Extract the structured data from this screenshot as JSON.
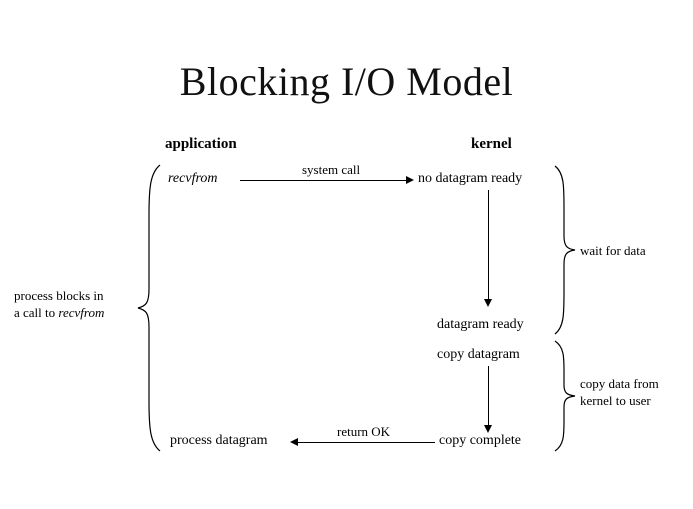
{
  "title": "Blocking I/O Model",
  "columns": {
    "application": "application",
    "kernel": "kernel"
  },
  "nodes": {
    "recvfrom": "recvfrom",
    "no_datagram_ready": "no datagram ready",
    "datagram_ready": "datagram ready",
    "copy_datagram": "copy datagram",
    "copy_complete": "copy complete",
    "process_datagram": "process datagram"
  },
  "edges": {
    "system_call": "system call",
    "return_ok": "return OK"
  },
  "annotations": {
    "process_blocks_line1": "process blocks in",
    "process_blocks_line2_prefix": "a call to ",
    "process_blocks_line2_italic": "recvfrom",
    "wait_for_data": "wait for data",
    "copy_data_line1": "copy data from",
    "copy_data_line2": "kernel to user"
  },
  "colors": {
    "ink": "#000000",
    "background": "#ffffff"
  }
}
